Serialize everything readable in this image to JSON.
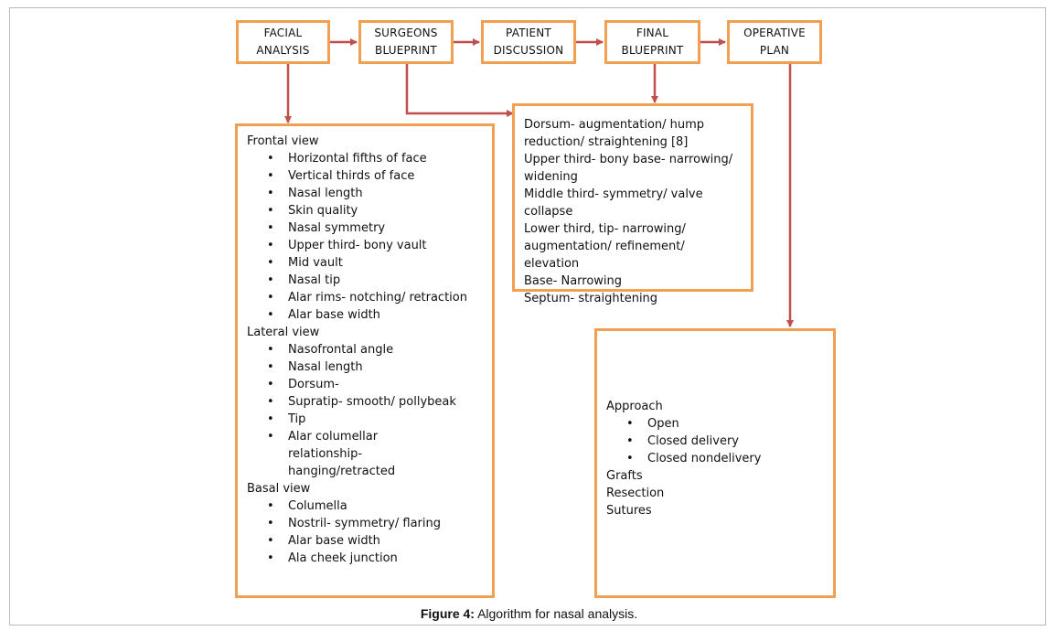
{
  "top_row": [
    {
      "line1": "FACIAL",
      "line2": "ANALYSIS"
    },
    {
      "line1": "SURGEONS",
      "line2": "BLUEPRINT"
    },
    {
      "line1": "PATIENT",
      "line2": "DISCUSSION"
    },
    {
      "line1": "FINAL",
      "line2": "BLUEPRINT"
    },
    {
      "line1": "OPERATIVE",
      "line2": "PLAN"
    }
  ],
  "analysis": {
    "frontal_title": "Frontal view",
    "frontal": [
      "Horizontal fifths of face",
      "Vertical thirds of face",
      "Nasal length",
      "Skin quality",
      "Nasal symmetry",
      "Upper third- bony vault",
      "Mid vault",
      "Nasal tip",
      "Alar rims- notching/ retraction",
      "Alar base width"
    ],
    "lateral_title": "Lateral view",
    "lateral": [
      "Nasofrontal angle",
      "Nasal length",
      "Dorsum-",
      "Supratip- smooth/ pollybeak",
      "Tip",
      "Alar columellar relationship-hanging/retracted"
    ],
    "basal_title": "Basal view",
    "basal": [
      "Columella",
      "Nostril- symmetry/ flaring",
      "Alar base width",
      "Ala cheek junction"
    ]
  },
  "blueprint": [
    "Dorsum- augmentation/ hump reduction/ straightening [8]",
    "Upper third- bony base- narrowing/ widening",
    "Middle third- symmetry/ valve collapse",
    "Lower third, tip- narrowing/ augmentation/ refinement/ elevation",
    "Base- Narrowing",
    "Septum- straightening"
  ],
  "plan": {
    "approach_title": "Approach",
    "approach": [
      "Open",
      "Closed delivery",
      "Closed nondelivery"
    ],
    "others": [
      "Grafts",
      "Resection",
      "Sutures"
    ]
  },
  "caption": {
    "label": "Figure 4:",
    "text": " Algorithm for nasal analysis."
  },
  "colors": {
    "box_border": "#f0a050",
    "arrow": "#c0504d"
  }
}
